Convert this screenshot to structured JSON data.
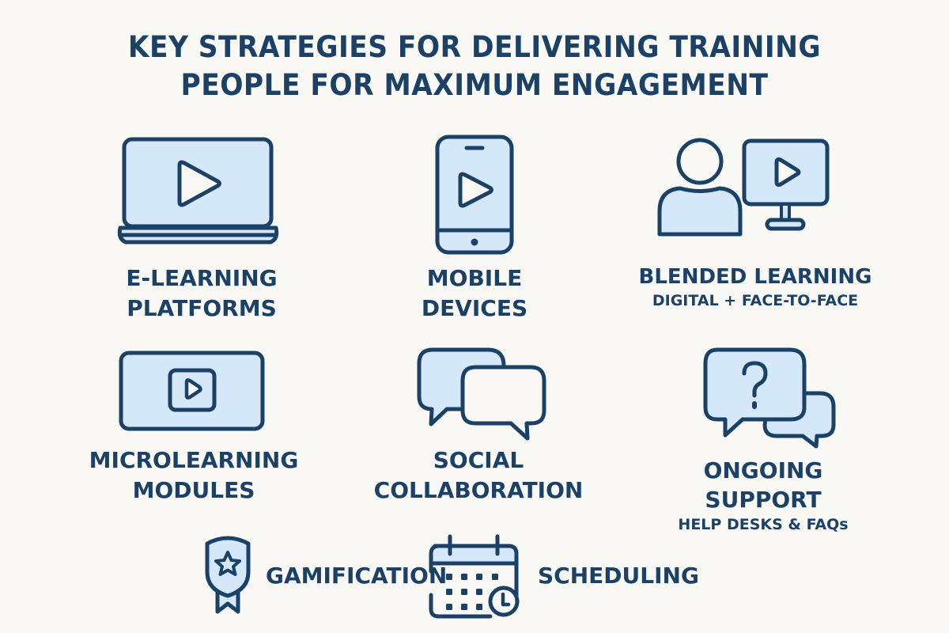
{
  "title": {
    "line1": "KEY STRATEGIES FOR DELIVERING TRAINING",
    "line2": "PEOPLE FOR MAXIMUM ENGAGEMENT"
  },
  "colors": {
    "background": "#f9f8f4",
    "stroke": "#1b4166",
    "fill": "#d4e8f9",
    "text": "#1b4166"
  },
  "strategies": [
    {
      "icon": "laptop-play-icon",
      "line1": "E-LEARNING",
      "line2": "PLATFORMS"
    },
    {
      "icon": "smartphone-play-icon",
      "line1": "MOBILE",
      "line2": "DEVICES"
    },
    {
      "icon": "person-monitor-icon",
      "line1": "BLENDED LEARNING",
      "subtitle": "DIGITAL + FACE-TO-FACE"
    },
    {
      "icon": "video-module-icon",
      "line1": "MICROLEARNING",
      "line2": "MODULES"
    },
    {
      "icon": "chat-bubbles-icon",
      "line1": "SOCIAL",
      "line2": "COLLABORATION"
    },
    {
      "icon": "question-bubbles-icon",
      "line1": "ONGOING",
      "line2": "SUPPORT",
      "subtitle": "HELP DESKS & FAQs"
    },
    {
      "icon": "badge-star-icon",
      "line1": "GAMIFICATION"
    },
    {
      "icon": "calendar-clock-icon",
      "line1": "SCHEDULING"
    }
  ]
}
